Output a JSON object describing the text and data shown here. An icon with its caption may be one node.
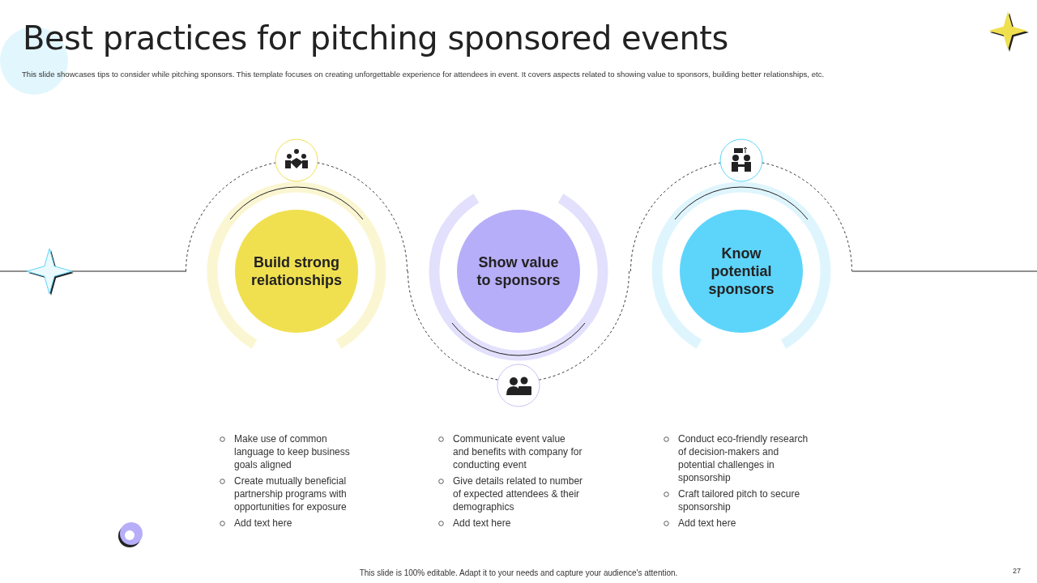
{
  "diagram": {
    "title": "Best practices for pitching sponsored events",
    "nodes": [
      {
        "text": [
          "Build strong relationships"
        ]
      },
      {
        "text": [
          "Show value to sponsors"
        ]
      },
      {
        "text": [
          "Know potential sponsors"
        ]
      }
    ],
    "labels": [
      "This slide showcases tips to consider while pitching sponsors. This template focuses on creating unforgettable experience for attendees in event. It covers aspects related to showing value to sponsors, building better relationships, etc.",
      "Make use of common language to keep business goals aligned",
      "Create mutually beneficial partnership programs with opportunities for exposure",
      "Add text here",
      "Communicate event value and benefits with company for conducting event",
      "Give details related to number of expected attendees & their demographics",
      "Add text here",
      "Conduct eco-friendly research of decision-makers and potential challenges in sponsorship",
      "Craft tailored pitch to secure sponsorship",
      "Add text here",
      "This slide is 100% editable. Adapt it to your needs and capture your audience's attention.",
      "27"
    ]
  }
}
